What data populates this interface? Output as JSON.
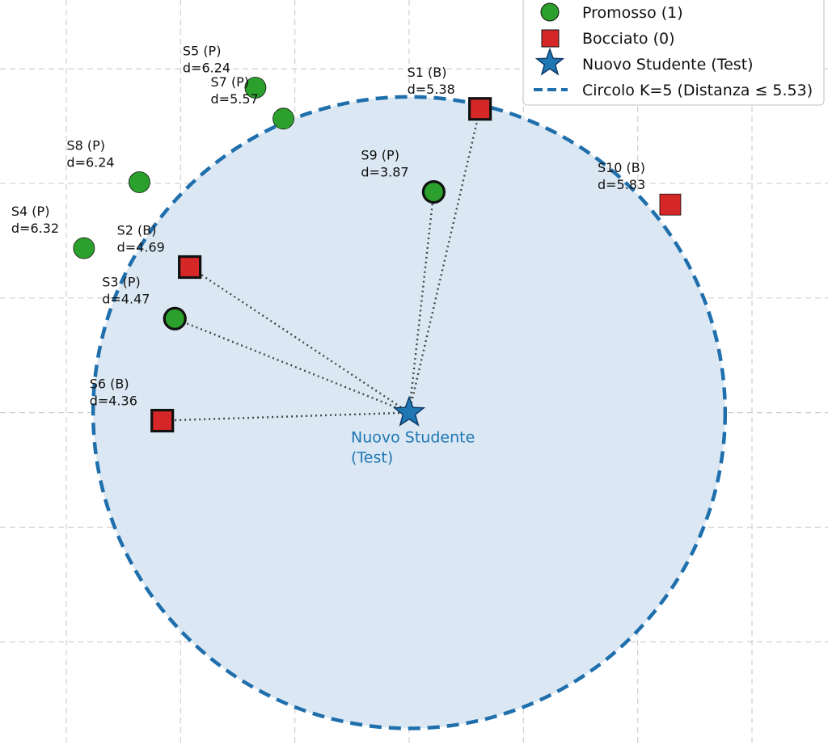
{
  "chart_data": {
    "type": "scatter",
    "title": "",
    "xlabel": "",
    "ylabel": "",
    "grid": true,
    "legend": {
      "position": "top-right",
      "entries": [
        {
          "label": "Promosso (1)",
          "marker": "circle",
          "color": "#2ca02c"
        },
        {
          "label": "Bocciato (0)",
          "marker": "square",
          "color": "#d62728"
        },
        {
          "label": "Nuovo Studente (Test)",
          "marker": "star",
          "color": "#1f77b4"
        },
        {
          "label": "Circolo K=5 (Distanza ≤ 5.53)",
          "marker": "dashed-line",
          "color": "#1f77b4"
        }
      ]
    },
    "test_point": {
      "name": "Nuovo Studente",
      "name_line2": "(Test)",
      "x": 0.0,
      "y": 0.0
    },
    "radius": 5.53,
    "xlim": [
      -7.16,
      7.33
    ],
    "ylim": [
      -5.8,
      7.2
    ],
    "students": [
      {
        "id": "S1",
        "label": "S1 (B)",
        "dist": "d=5.38",
        "cls": "B",
        "x": 1.24,
        "y": 5.3,
        "neighbor": true
      },
      {
        "id": "S2",
        "label": "S2 (B)",
        "dist": "d=4.69",
        "cls": "B",
        "x": -3.84,
        "y": 2.54,
        "neighbor": true
      },
      {
        "id": "S3",
        "label": "S3 (P)",
        "dist": "d=4.47",
        "cls": "P",
        "x": -4.1,
        "y": 1.64,
        "neighbor": true
      },
      {
        "id": "S4",
        "label": "S4 (P)",
        "dist": "d=6.32",
        "cls": "P",
        "x": -5.69,
        "y": 2.87,
        "neighbor": false
      },
      {
        "id": "S5",
        "label": "S5 (P)",
        "dist": "d=6.24",
        "cls": "P",
        "x": -2.69,
        "y": 5.67,
        "neighbor": false
      },
      {
        "id": "S6",
        "label": "S6 (B)",
        "dist": "d=4.36",
        "cls": "B",
        "x": -4.32,
        "y": -0.14,
        "neighbor": true
      },
      {
        "id": "S7",
        "label": "S7 (P)",
        "dist": "d=5.57",
        "cls": "P",
        "x": -2.2,
        "y": 5.13,
        "neighbor": false
      },
      {
        "id": "S8",
        "label": "S8 (P)",
        "dist": "d=6.24",
        "cls": "P",
        "x": -4.72,
        "y": 4.02,
        "neighbor": false
      },
      {
        "id": "S9",
        "label": "S9 (P)",
        "dist": "d=3.87",
        "cls": "P",
        "x": 0.43,
        "y": 3.85,
        "neighbor": true
      },
      {
        "id": "S10",
        "label": "S10 (B)",
        "dist": "d=5.83",
        "cls": "B",
        "x": 4.57,
        "y": 3.63,
        "neighbor": false
      }
    ]
  },
  "colors": {
    "promosso": "#2ca02c",
    "bocciato": "#d62728",
    "test": "#1f77b4",
    "circle_fill": "#dbe8f3",
    "circle_edge": "#1f6fad"
  }
}
